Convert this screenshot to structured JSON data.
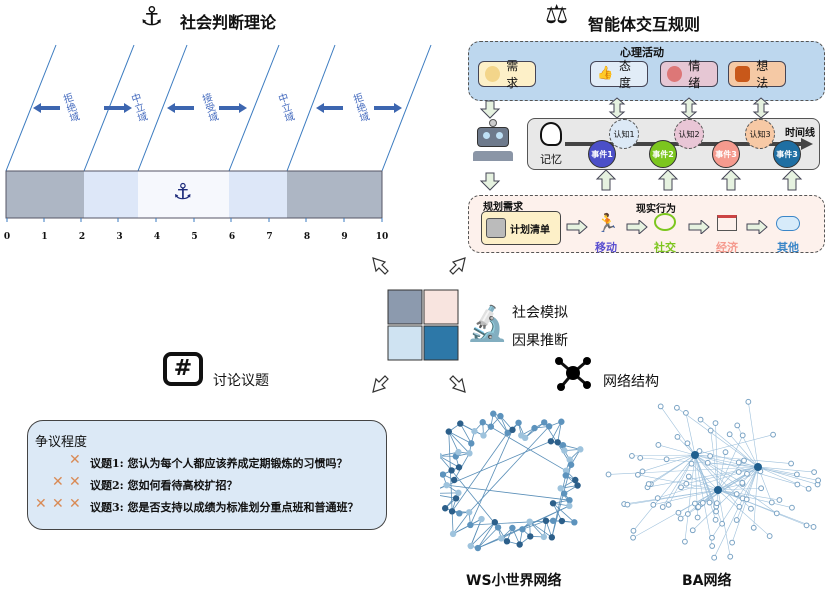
{
  "sjt": {
    "title": "社会判断理论",
    "zones": [
      "拒绝域",
      "中立域",
      "接受域",
      "中立域",
      "拒绝域"
    ],
    "ticks": [
      "0",
      "1",
      "2",
      "3",
      "4",
      "5",
      "6",
      "7",
      "8",
      "9",
      "10"
    ]
  },
  "agent": {
    "title": "智能体交互规则",
    "mental": {
      "title": "心理活动",
      "items": [
        "需求",
        "态度",
        "情绪",
        "想法"
      ]
    },
    "memory": "记忆",
    "timeline": "时间线",
    "cognitions": [
      "认知1",
      "认知2",
      "认知3"
    ],
    "events": [
      "事件1",
      "事件2",
      "事件3",
      "事件3"
    ],
    "plan": {
      "title": "规划需求",
      "list": "计划清单"
    },
    "behavior": {
      "title": "现实行为",
      "items": [
        "移动",
        "社交",
        "经济",
        "其他"
      ]
    }
  },
  "center": {
    "sim": "社会模拟",
    "causal": "因果推断",
    "network": "网络结构",
    "topics": "讨论议题"
  },
  "discussion": {
    "title": "争议程度",
    "items": [
      {
        "level": 1,
        "text": "议题1: 您认为每个人都应该养成定期锻炼的习惯吗？"
      },
      {
        "level": 2,
        "text": "议题2: 您如何看待高校扩招？"
      },
      {
        "level": 3,
        "text": "议题3: 您是否支持以成绩为标准划分重点班和普通班？"
      }
    ]
  },
  "networks": {
    "ws": "WS小世界网络",
    "ba": "BA网络"
  },
  "colors": {
    "events": [
      "#4b4fc8",
      "#7cc61e",
      "#f59a8e",
      "#1f6fa3"
    ],
    "cognitions": [
      "#dce9f6",
      "#e9c6d6",
      "#f7c9a5"
    ],
    "behavior": [
      "#5a4fd0",
      "#7cc61e",
      "#f59a8e",
      "#3a86c8"
    ]
  }
}
